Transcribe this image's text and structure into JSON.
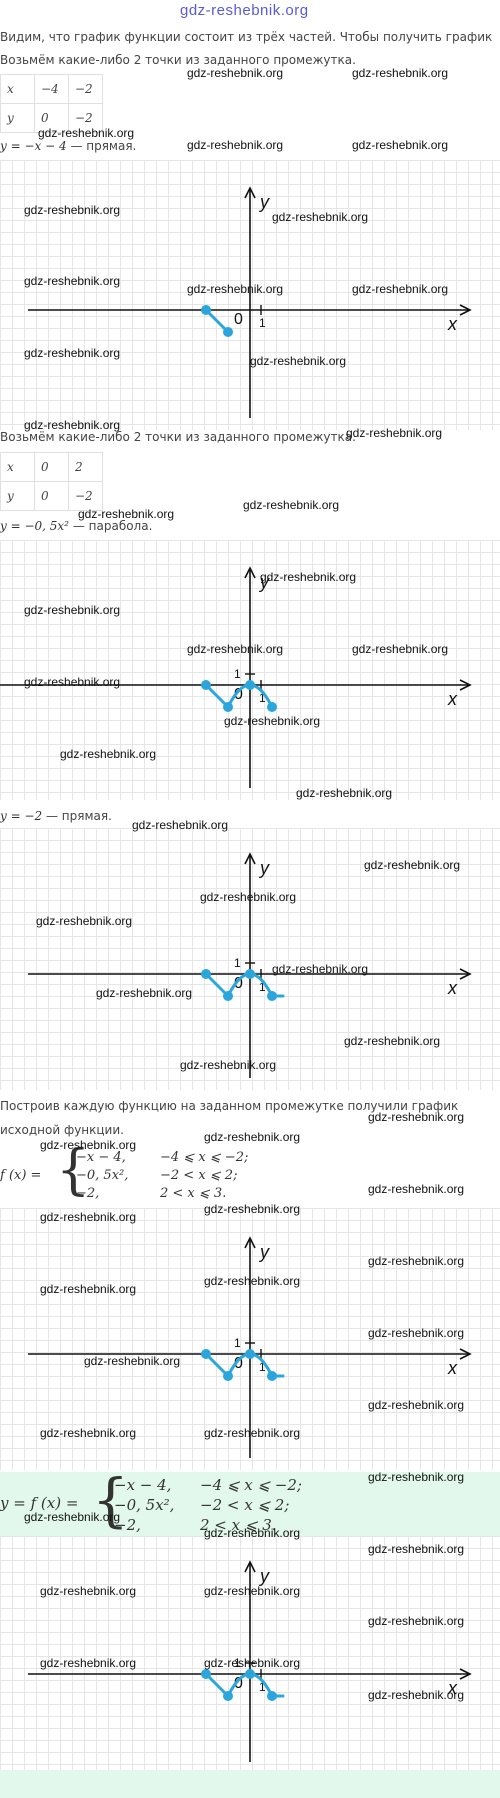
{
  "site_title": "gdz-reshebnik.org",
  "watermark": "gdz-reshebnik.org",
  "intro_line": "Видим, что график функции состоит из трёх частей. Чтобы получить график",
  "step1": {
    "take_points": "Возьмём какие-либо 2 точки из заданного промежутка.",
    "table": {
      "x": [
        "x",
        "−4",
        "−2"
      ],
      "y": [
        "y",
        "0",
        "−2"
      ]
    },
    "equation": "y = −x − 4",
    "kind": "— прямая."
  },
  "step2": {
    "take_points": "Возьмём какие-либо 2 точки из заданного промежутка.",
    "table": {
      "x": [
        "x",
        "0",
        "2"
      ],
      "y": [
        "y",
        "0",
        "−2"
      ]
    },
    "equation": "y = −0, 5x²",
    "kind": "— парабола."
  },
  "step3": {
    "equation": "y = −2",
    "kind": "— прямая."
  },
  "conclusion": {
    "line1": "Построив каждую функцию на заданном промежутке получили график",
    "line2": "исходной функции."
  },
  "piecewise": {
    "lhs": "f (x) =",
    "pieces": [
      {
        "expr": "−x − 4,",
        "cond": "−4 ⩽ x ⩽ −2;"
      },
      {
        "expr": "−0, 5x²,",
        "cond": "−2 < x ⩽ 2;"
      },
      {
        "expr": "−2,",
        "cond": "2 < x ⩽ 3."
      }
    ]
  },
  "final": {
    "lhs": "y = f (x) =",
    "pieces": [
      {
        "expr": "−x − 4,",
        "cond": "−4 ⩽ x ⩽ −2;"
      },
      {
        "expr": "−0, 5x²,",
        "cond": "−2 < x ⩽ 2;"
      },
      {
        "expr": "−2,",
        "cond": "2 < x ⩽ 3."
      }
    ]
  },
  "axis": {
    "x_label": "x",
    "y_label": "y",
    "origin_label": "0",
    "unit_label": "1"
  },
  "graphs": [
    {
      "parts": [
        "line"
      ]
    },
    {
      "parts": [
        "line",
        "parabola"
      ]
    },
    {
      "parts": [
        "line",
        "parabola",
        "const"
      ]
    },
    {
      "parts": [
        "line",
        "parabola",
        "const"
      ]
    },
    {
      "parts": [
        "line",
        "parabola",
        "const"
      ]
    }
  ],
  "colors": {
    "curve": "#2aa6dc",
    "axis": "#111111",
    "grid": "#e6e6e6",
    "highlight": "#e3f8ec",
    "site": "#5a5ad8"
  }
}
